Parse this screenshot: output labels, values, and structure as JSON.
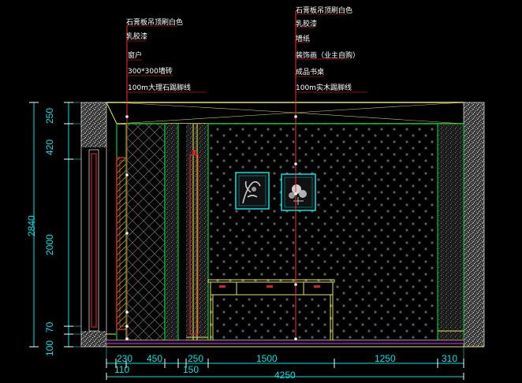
{
  "annotations_left": [
    "石膏板吊顶刷白色",
    "乳胶漆",
    "窗户",
    "300*300墙砖",
    "100m大理石踢脚线"
  ],
  "annotations_right": [
    "石膏板吊顶刷白色",
    "乳胶漆",
    "墙纸",
    "装饰画（业主自购）",
    "成品书桌",
    "100m实木踢脚线"
  ],
  "dims_vertical": [
    "250",
    "420",
    "2000",
    "70",
    "100"
  ],
  "dim_total_vertical": "2840",
  "dims_horizontal_top": [
    "230",
    "450",
    "250",
    "1500",
    "1250",
    "310"
  ],
  "dims_horizontal_sub": [
    "110",
    "150"
  ],
  "dim_total_horizontal": "4250",
  "colors": {
    "background": "#000000",
    "dimension": "#00e5e5",
    "leader": "#ff2a2a",
    "wall_line": "#00cc33",
    "ceiling": "#e6e64d",
    "hatch": "#bdbdbd",
    "annotation_text": "#ffffff"
  }
}
